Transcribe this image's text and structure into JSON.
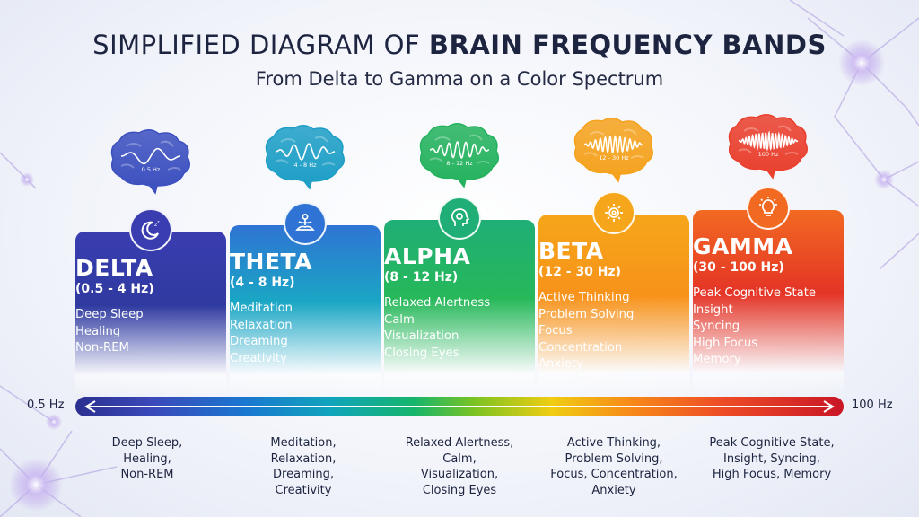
{
  "title": {
    "light": "SIMPLIFIED DIAGRAM OF ",
    "bold": "BRAIN FREQUENCY BANDS"
  },
  "subtitle": "From Delta to Gamma on a Color Spectrum",
  "bands": [
    {
      "name": "DELTA",
      "range": "(0.5 - 4 Hz)",
      "brain_label": "0.5 Hz",
      "icon": "moon-sleep-icon",
      "traits": [
        "Deep Sleep",
        "Healing",
        "Non-REM"
      ],
      "description": [
        "Deep Sleep,",
        "Healing,",
        "Non-REM"
      ],
      "colors": {
        "top": "#3a3db0",
        "mid": "#2f3aa0",
        "brain": "#3b4fbf"
      }
    },
    {
      "name": "THETA",
      "range": "(4 - 8 Hz)",
      "brain_label": "4 - 8 Hz",
      "icon": "meditation-icon",
      "traits": [
        "Meditation",
        "Relaxation",
        "Dreaming",
        "Creativity"
      ],
      "description": [
        "Meditation,",
        "Relaxation,",
        "Dreaming,",
        "Creativity"
      ],
      "colors": {
        "top": "#2f74d4",
        "mid": "#1aa6c4",
        "brain": "#1d9ec6"
      }
    },
    {
      "name": "ALPHA",
      "range": "(8 - 12 Hz)",
      "brain_label": "8 - 12 Hz",
      "icon": "head-gear-icon",
      "traits": [
        "Relaxed Alertness",
        "Calm",
        "Visualization",
        "Closing Eyes"
      ],
      "description": [
        "Relaxed Alertness,",
        "Calm,",
        "Visualization,",
        "Closing Eyes"
      ],
      "colors": {
        "top": "#1fae76",
        "mid": "#27b85a",
        "brain": "#24b25e"
      }
    },
    {
      "name": "BETA",
      "range": "(12 - 30 Hz)",
      "brain_label": "12 - 30 Hz",
      "icon": "focus-gear-icon",
      "traits": [
        "Active Thinking",
        "Problem Solving",
        "Focus",
        "Concentration",
        "Anxiety"
      ],
      "description": [
        "Active Thinking,",
        "Problem Solving,",
        "Focus, Concentration,",
        "Anxiety"
      ],
      "colors": {
        "top": "#f6a61a",
        "mid": "#f7921a",
        "brain": "#f5a21d"
      }
    },
    {
      "name": "GAMMA",
      "range": "(30 - 100 Hz)",
      "brain_label": "100 Hz",
      "icon": "lightbulb-icon",
      "traits": [
        "Peak Cognitive State",
        "Insight",
        "Syncing",
        "High Focus",
        "Memory"
      ],
      "description": [
        "Peak Cognitive State,",
        "Insight, Syncing,",
        "High Focus, Memory"
      ],
      "colors": {
        "top": "#f26a22",
        "mid": "#e43426",
        "brain": "#ea3f2d"
      }
    }
  ],
  "spectrum": {
    "start_label": "0.5 Hz",
    "end_label": "100 Hz"
  }
}
